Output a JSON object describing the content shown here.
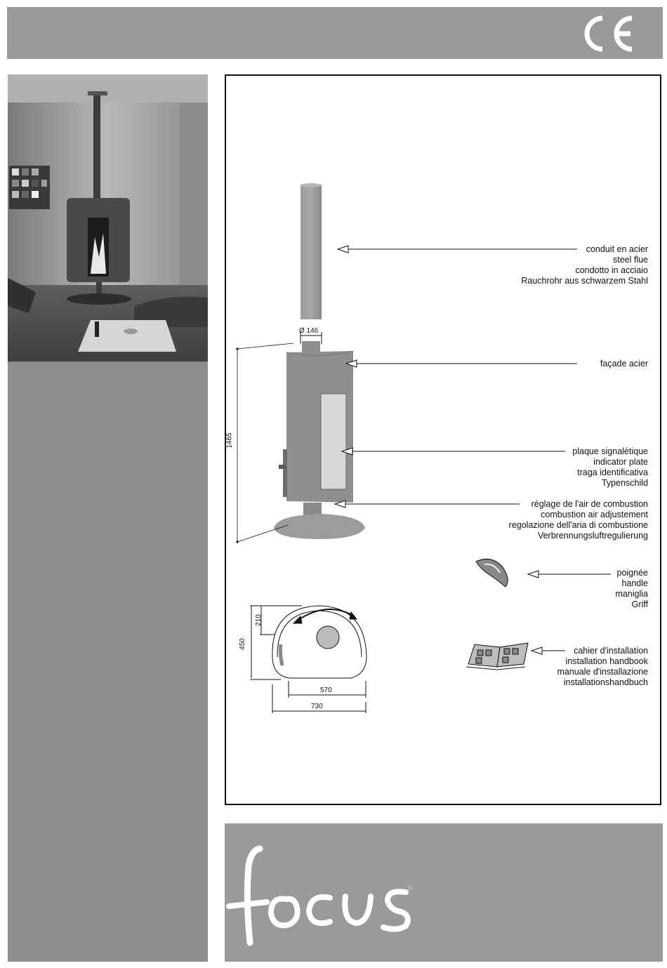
{
  "header": {
    "mark": "CE"
  },
  "product": {
    "flue_labels": [
      "conduit en acier",
      "steel flue",
      "condotto in acciaio",
      "Rauchrohr aus schwarzem Stahl"
    ],
    "facade_labels": [
      "façade acier"
    ],
    "plate_labels": [
      "plaque signalétique",
      "indicator plate",
      "traga identificativa",
      "Typenschild"
    ],
    "air_labels": [
      "réglage de l'air de combustion",
      "combustion air adjustement",
      "regolazione dell'aria di combustione",
      "Verbrennungsluftregulierung"
    ],
    "handle_labels": [
      "poignée",
      "handle",
      "maniglia",
      "Griff"
    ],
    "handbook_labels": [
      "cahier d'installation",
      "installation handbook",
      "manuale d'installazione",
      "installationshandbuch"
    ]
  },
  "dimensions": {
    "flue_diameter": "Ø 146",
    "height": "1465",
    "depth_top": "210",
    "depth_total": "450",
    "width_inner": "570",
    "width_total": "730"
  },
  "brand": {
    "logo": "focus",
    "registered": "®"
  },
  "colors": {
    "band": "#9a9a9a",
    "panel": "#8e8e8e",
    "stove": "#8f8f8f"
  }
}
